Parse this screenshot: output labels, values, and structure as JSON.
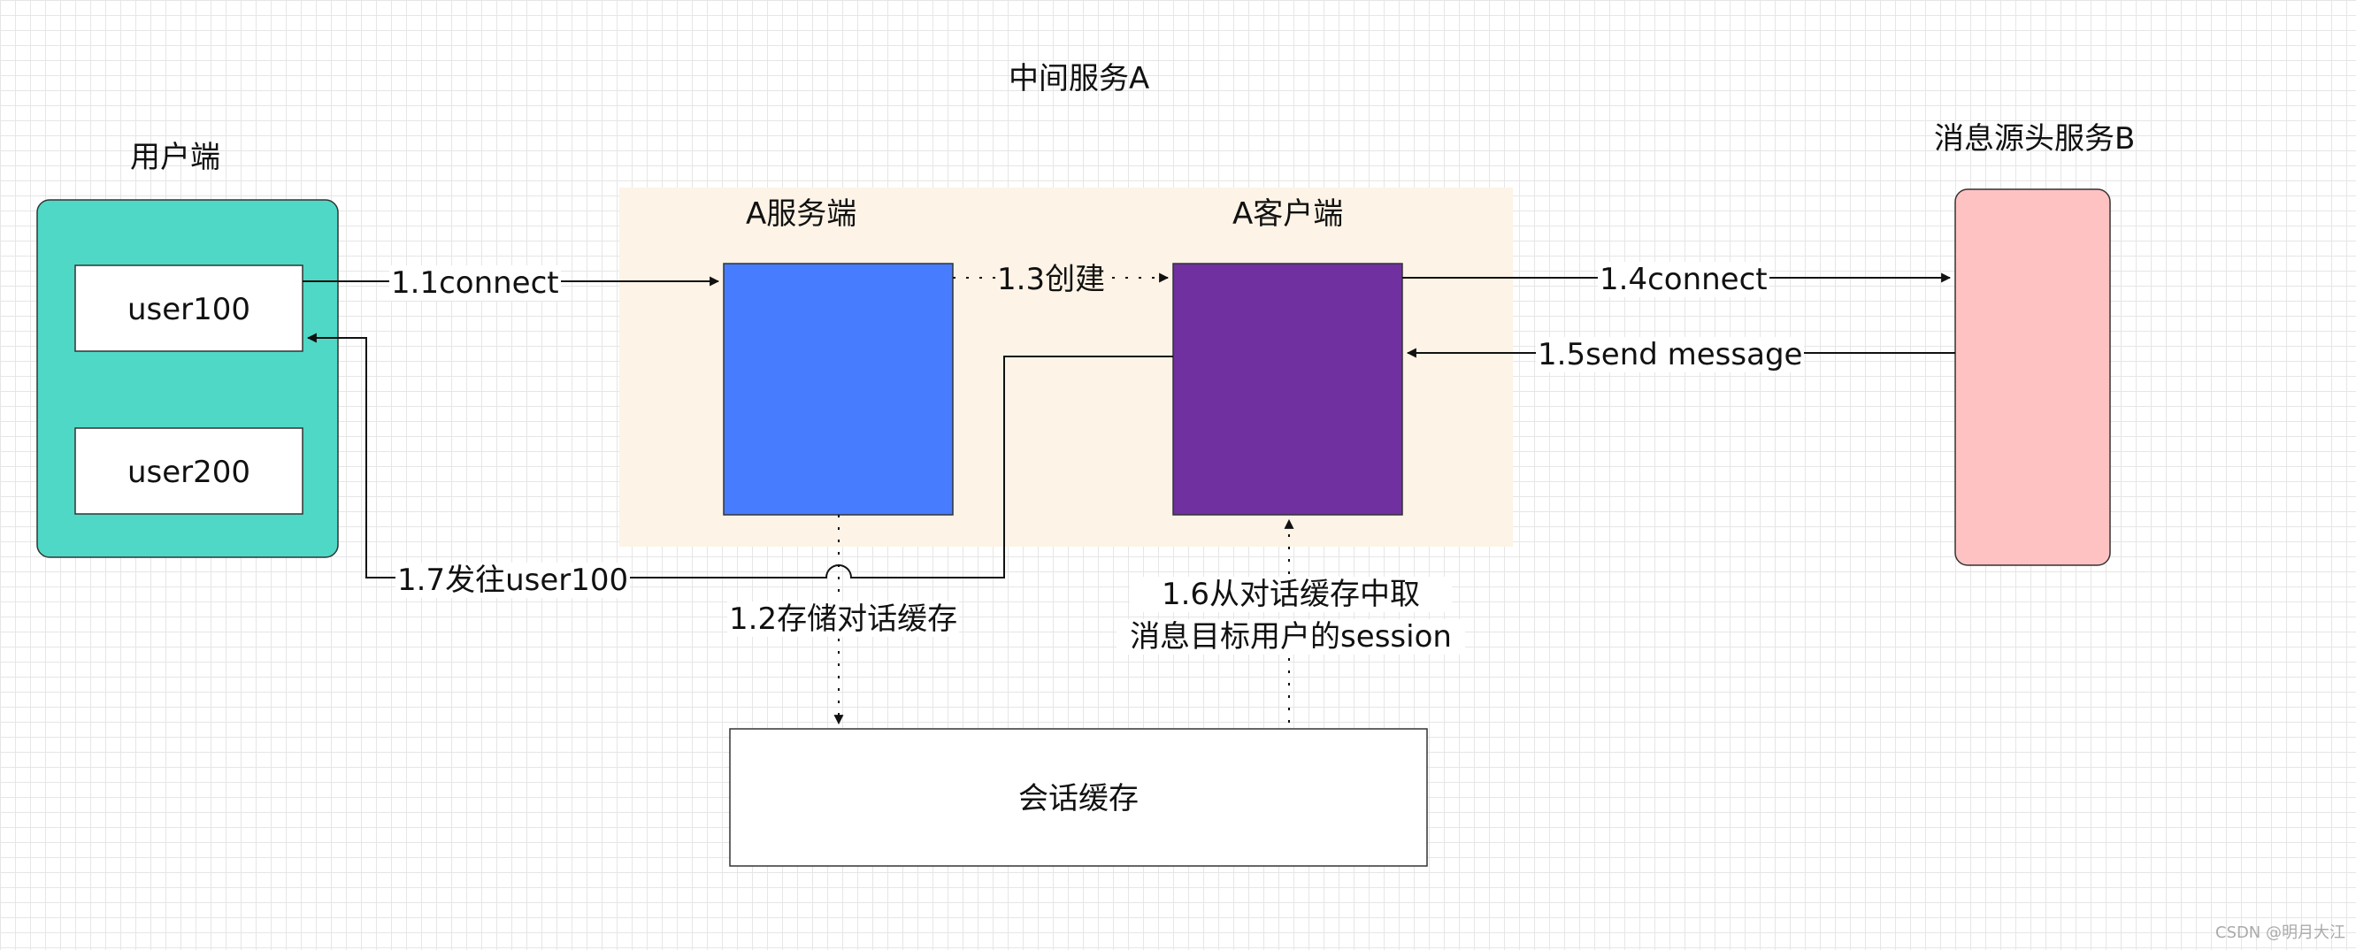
{
  "labels": {
    "user_side": "用户端",
    "service_a": "中间服务A",
    "source_b": "消息源头服务B",
    "a_server": "A服务端",
    "a_client": "A客户端",
    "user100": "user100",
    "user200": "user200",
    "session_cache": "会话缓存"
  },
  "edges": {
    "e11": "1.1connect",
    "e12": "1.2存储对话缓存",
    "e13": "1.3创建",
    "e14": "1.4connect",
    "e15": "1.5send message",
    "e16_line1": "1.6从对话缓存中取",
    "e16_line2": "消息目标用户的session",
    "e17": "1.7发往user100"
  },
  "colors": {
    "user_panel": "#4fd8c6",
    "a_region": "#fdf3e6",
    "a_server_box": "#477cff",
    "a_client_box": "#7030a0",
    "b_box": "#ffc2c2"
  },
  "watermark": "CSDN @明月大江"
}
